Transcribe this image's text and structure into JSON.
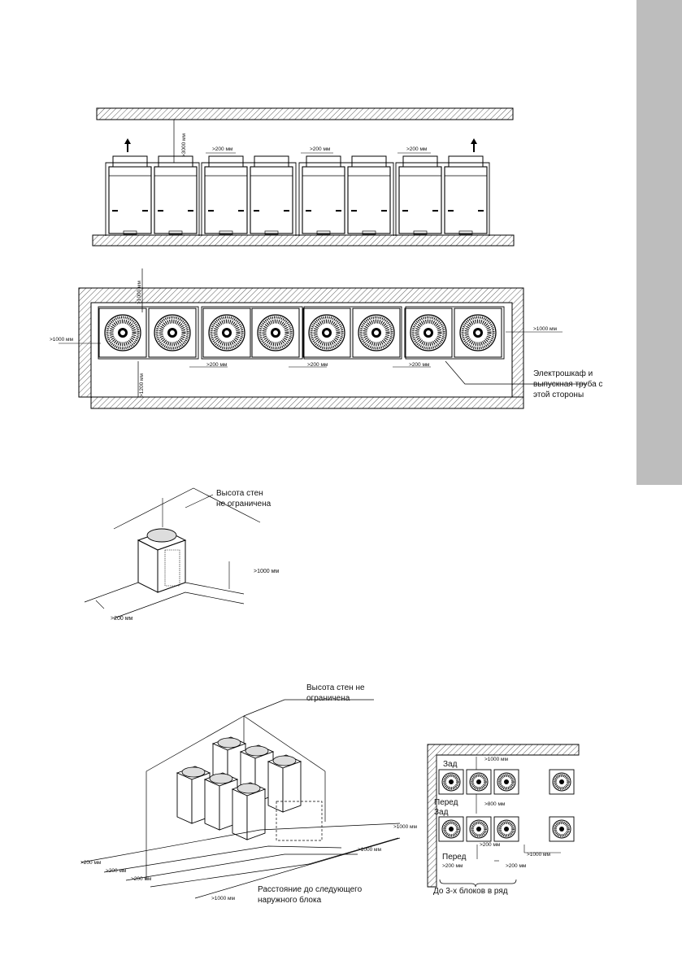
{
  "fig1": {
    "labels": {
      "height_3000": ">3000 мм",
      "gap1": ">200 мм",
      "gap2": ">200 мм",
      "gap3": ">200 мм"
    }
  },
  "fig2": {
    "labels": {
      "top_1000": ">1000 мм",
      "left_1000": ">1000 мм",
      "right_1000": ">1000 мм",
      "bottom_1200": ">1200 мм",
      "gap1": ">200 мм",
      "gap2": ">200 мм",
      "gap3": ">200 мм"
    },
    "note": [
      "Электрошкаф и",
      "выпускная труба с",
      "этой стороны"
    ]
  },
  "fig3": {
    "note": [
      "Высота стен",
      "не ограничена"
    ],
    "right_1000": ">1000 мм",
    "bottom_200": ">200 мм"
  },
  "fig4": {
    "note": [
      "Высота стен не",
      "ограничена"
    ],
    "right_1000a": ">1000 мм",
    "right_1000b": ">1000 мм",
    "bottom": [
      ">200 мм",
      ">200 мм",
      ">200 мм",
      ">1000 мм"
    ],
    "distance_note": [
      "Расстояние до следующего",
      "наружного блока"
    ]
  },
  "fig5": {
    "row1_back": "Зад",
    "row1_dim": ">1000 мм",
    "row2_front": "Перед",
    "row2_back": "Зад",
    "row2_dim": ">800 мм",
    "row3_front": "Перед",
    "dim_200a": ">200 мм",
    "dim_200b": ">200 мм",
    "dim_200c": ">200 мм",
    "dim_1000": ">1000 мм",
    "caption": "До 3-х блоков в ряд"
  }
}
